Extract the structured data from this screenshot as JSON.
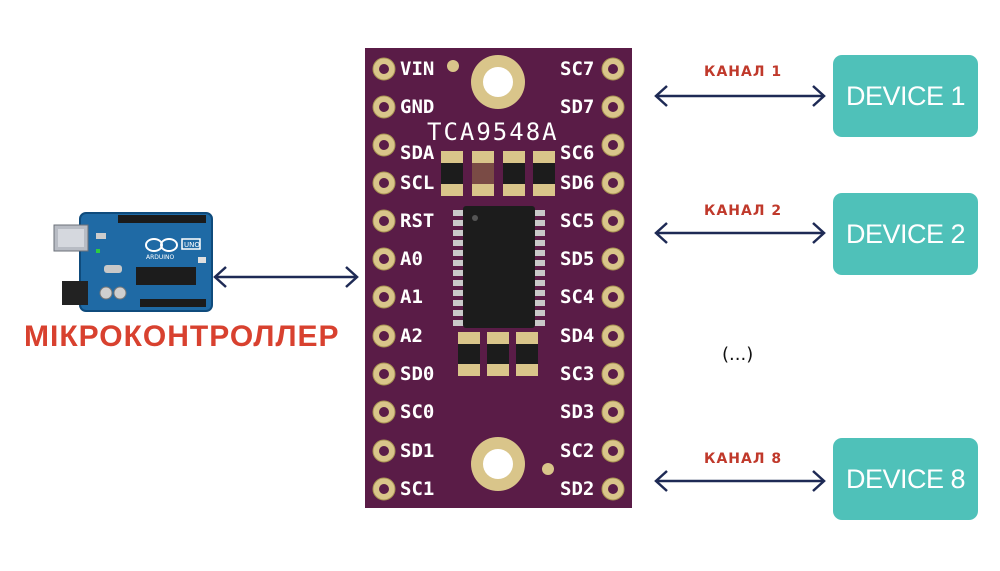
{
  "microcontroller": {
    "label": "МІКРОКОНТРОЛЛЕР",
    "board_text": [
      "UNO",
      "ARDUINO"
    ]
  },
  "multiplexer": {
    "chip_name": "TCA9548A",
    "left_pins": [
      "VIN",
      "GND",
      "SDA",
      "SCL",
      "RST",
      "A0",
      "A1",
      "A2",
      "SD0",
      "SC0",
      "SD1",
      "SC1"
    ],
    "right_pins": [
      "SC7",
      "SD7",
      "SC6",
      "SD6",
      "SC5",
      "SD5",
      "SC4",
      "SD4",
      "SC3",
      "SD3",
      "SC2",
      "SD2"
    ]
  },
  "channels": [
    {
      "label": "КАНАЛ 1",
      "device": "DEVICE 1"
    },
    {
      "label": "КАНАЛ 2",
      "device": "DEVICE 2"
    },
    {
      "label": "КАНАЛ 8",
      "device": "DEVICE 8"
    }
  ],
  "ellipsis": "(...)",
  "colors": {
    "board": "#5a1c47",
    "pad": "#d9c58a",
    "device": "#4fc1b9",
    "arrow": "#1e2a55",
    "label_red": "#d8412f",
    "arduino_blue": "#1f6aa5"
  }
}
